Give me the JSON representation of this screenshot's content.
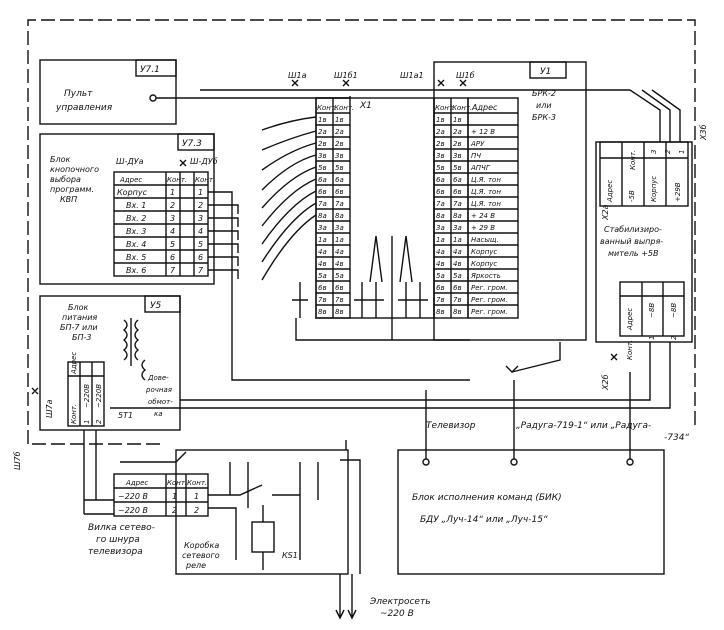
{
  "units": {
    "u71": {
      "code": "У7.1",
      "title_lines": [
        "Пульт",
        "управления"
      ]
    },
    "u73": {
      "code": "У7.3",
      "title_lines": [
        "Блок",
        "кнопочного",
        "выбора",
        "программ.",
        "КВП"
      ],
      "conn_a": "Ш-ДУа",
      "conn_b": "Ш-ДУб",
      "headers": {
        "addr": "Адрес",
        "kont": "Конт.",
        "kont2": "Конт."
      },
      "rows": [
        {
          "addr": "Корпус",
          "n": "1",
          "m": "1"
        },
        {
          "addr": "Вх. 1",
          "n": "2",
          "m": "2"
        },
        {
          "addr": "Вх. 2",
          "n": "3",
          "m": "3"
        },
        {
          "addr": "Вх. 3",
          "n": "4",
          "m": "4"
        },
        {
          "addr": "Вх. 4",
          "n": "5",
          "m": "5"
        },
        {
          "addr": "Вх. 5",
          "n": "6",
          "m": "6"
        },
        {
          "addr": "Вх. 6",
          "n": "7",
          "m": "7"
        }
      ]
    },
    "u5": {
      "code": "У5",
      "title_lines": [
        "Блок",
        "питания",
        "БП-7 или",
        "БП-3"
      ],
      "conn": "Ш7а",
      "transformer": "5Т1",
      "winding_lines": [
        "Дове-",
        "рочная",
        "обмот-",
        "ка"
      ],
      "table": {
        "kont": "Конт.",
        "addr": "Адрес",
        "rows": [
          {
            "n": "1",
            "v": "~220В"
          },
          {
            "n": "2",
            "v": "~220В"
          }
        ]
      }
    },
    "x1": {
      "label": "Х1",
      "conns": [
        "Ш1а",
        "Ш1б1",
        "Ш1а1"
      ],
      "head": "Конт.",
      "rows": [
        "1в",
        "2а",
        "2в",
        "3в",
        "5в",
        "6а",
        "6в",
        "7а",
        "8а",
        "3а",
        "1а",
        "4а",
        "4в",
        "5а",
        "6в",
        "7в",
        "8в"
      ]
    },
    "u1": {
      "code": "У1",
      "conn": "Ш1б",
      "name_lines": [
        "БРК-2",
        "или",
        "БРК-3"
      ],
      "addr_head": "Адрес",
      "rows": [
        {
          "k": "1в",
          "a": ""
        },
        {
          "k": "2а",
          "a": "+ 12 В"
        },
        {
          "k": "2в",
          "a": "АРУ"
        },
        {
          "k": "3в",
          "a": "ПЧ"
        },
        {
          "k": "5в",
          "a": "АПЧГ"
        },
        {
          "k": "6а",
          "a": "Ц.Я. тон"
        },
        {
          "k": "6в",
          "a": "Ц.Я. тон"
        },
        {
          "k": "7а",
          "a": "Ц.Я. тон"
        },
        {
          "k": "8а",
          "a": "+ 24 В"
        },
        {
          "k": "3а",
          "a": "+ 29 В"
        },
        {
          "k": "1а",
          "a": "Насыщ."
        },
        {
          "k": "4а",
          "a": "Корпус"
        },
        {
          "k": "4в",
          "a": "Корпус"
        },
        {
          "k": "5а",
          "a": "Яркость"
        },
        {
          "k": "6в",
          "a": "Рег. гром."
        },
        {
          "k": "7в",
          "a": "Рег. гром."
        },
        {
          "k": "8в",
          "a": "Рег. гром."
        }
      ]
    },
    "stab": {
      "title_lines": [
        "Стабилизиро-",
        "ванный выпря-",
        "митель +5В"
      ],
      "x3b": "Х3б",
      "x2a": "Х2а",
      "x2b": "Х2б",
      "top_table": {
        "addr": "Адрес",
        "kont": "Конт.",
        "rows": [
          [
            "3",
            "-5В"
          ],
          [
            "2",
            "Корпус"
          ],
          [
            "1",
            "+29В"
          ]
        ]
      },
      "bottom_table": {
        "addr": "Адрес",
        "kont": "Конт.",
        "rows": [
          [
            "1",
            "~8В"
          ],
          [
            "2",
            "~8В"
          ]
        ]
      }
    },
    "plug": {
      "table": {
        "addr": "Адрес",
        "kont": "Конт.",
        "kont2": "Конт.",
        "rows": [
          [
            "~220 В",
            "1",
            "1"
          ],
          [
            "~220 В",
            "2",
            "2"
          ]
        ]
      },
      "caption_lines": [
        "Вилка сетево-",
        "го шнура",
        "телевизора"
      ],
      "conn": "Ш7б"
    },
    "relay": {
      "caption_lines": [
        "Коробка",
        "сетевого",
        "реле"
      ],
      "ks": "КS1"
    },
    "bik": {
      "title": "Блок исполнения команд (БИК)",
      "subtitle": "БДУ „Луч-14“ или „Луч-15“"
    }
  },
  "tv_label": "Телевизор",
  "tv_model": "„Радуга-719-1“ или „Радуга-",
  "tv_model2": "-734“",
  "mains_lines": [
    "Электросеть",
    "~220 В"
  ]
}
